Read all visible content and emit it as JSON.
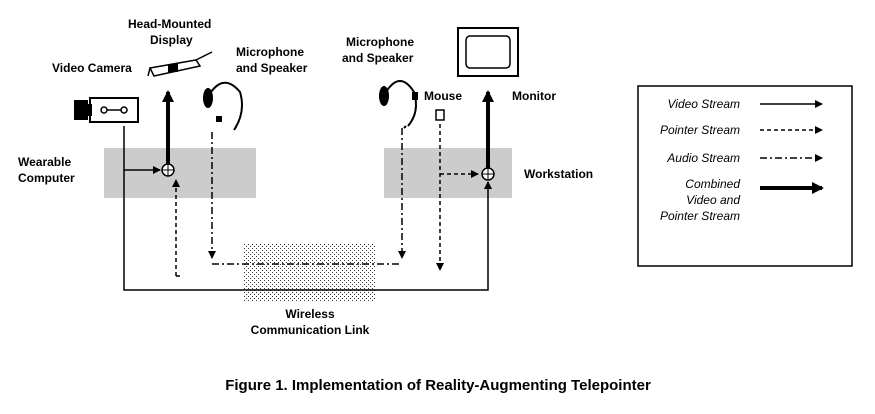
{
  "diagram": {
    "labels": {
      "head_mounted_display": [
        "Head-Mounted",
        "Display"
      ],
      "microphone_speaker_left": [
        "Microphone",
        "and Speaker"
      ],
      "video_camera": "Video Camera",
      "microphone_speaker_right": [
        "Microphone",
        "and Speaker"
      ],
      "mouse": "Mouse",
      "monitor": "Monitor",
      "wearable_computer": [
        "Wearable",
        "Computer"
      ],
      "workstation": "Workstation",
      "wireless_link": [
        "Wireless",
        "Communication Link"
      ]
    },
    "legend": {
      "video_stream": "Video Stream",
      "pointer_stream": "Pointer Stream",
      "audio_stream": "Audio Stream",
      "combined": [
        "Combined",
        "Video and",
        "Pointer Stream"
      ]
    },
    "caption": "Figure 1. Implementation of Reality-Augmenting Telepointer"
  }
}
